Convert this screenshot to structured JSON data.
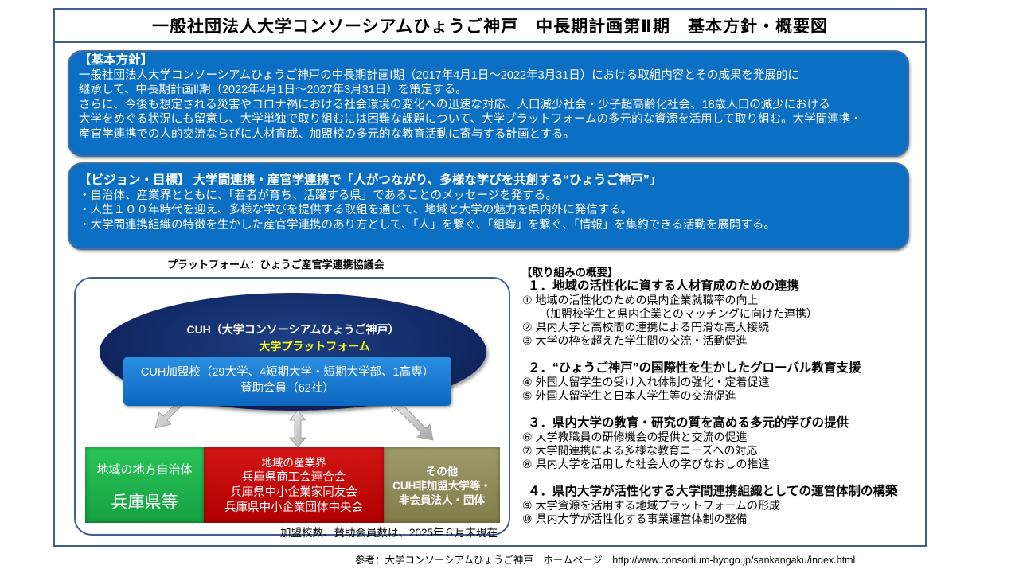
{
  "title": "一般社団法人大学コンソーシアムひょうご神戸　中長期計画第Ⅱ期　基本方針・概要図",
  "basic_policy": {
    "heading": "【基本方針】",
    "lines": [
      "一般社団法人大学コンソーシアムひょうご神戸の中長期計画Ⅰ期（2017年4月1日～2022年3月31日）における取組内容とその成果を発展的に",
      "継承して、中長期計画Ⅱ期（2022年4月1日～2027年3月31日）を策定する。",
      "さらに、今後も想定される災害やコロナ禍における社会環境の変化への迅速な対応、人口減少社会・少子超高齢化社会、18歳人口の減少における",
      "大学をめぐる状況にも留意し、大学単独で取り組むには困難な課題について、大学プラットフォームの多元的な資源を活用して取り組む。大学間連携・",
      "産官学連携での人的交流ならびに人材育成、加盟校の多元的な教育活動に寄与する計画とする。"
    ]
  },
  "vision": {
    "heading": "【ビジョン・目標】 大学間連携・産官学連携で「人がつながり、多様な学びを共創する“ひょうご神戸”」",
    "lines": [
      "・自治体、産業界とともに、「若者が育ち、活躍する県」であることのメッセージを発する。",
      "・人生１００年時代を迎え、多様な学びを提供する取組を通じて、地域と大学の魅力を県内外に発信する。",
      "・大学間連携組織の特徴を生かした産官学連携のあり方として、「人」を繋ぐ、「組織」を繋ぐ、「情報」を集約できる活動を展開する。"
    ]
  },
  "platform": {
    "label": "プラットフォーム：ひょうご産官学連携協議会",
    "cuh_name": "CUH（大学コンソーシアムひょうご神戸）",
    "cuh_sub": "大学プラットフォーム",
    "members_line1": "CUH加盟校（29大学、4短期大学・短期大学部、1高専）",
    "members_line2": "賛助会員（62社）",
    "gov_line1": "地域の地方自治体",
    "gov_line2": "兵庫県等",
    "ind_lines": [
      "地域の産業界",
      "兵庫県商工会連合会",
      "兵庫県中小企業家同友会",
      "兵庫県中小企業団体中央会"
    ],
    "other_lines": [
      "その他",
      "CUH非加盟大学等・",
      "非会員法人・団体"
    ],
    "note": "加盟校数、賛助会員数は、2025年６月末現在"
  },
  "overview": {
    "heading": "【取り組みの概要】",
    "sections": [
      {
        "title": "１．地域の活性化に資する人材育成のための連携",
        "items": [
          "① 地域の活性化のための県内企業就職率の向上",
          "　　（加盟校学生と県内企業とのマッチングに向けた連携）",
          "② 県内大学と高校間の連携による円滑な高大接続",
          "③ 大学の枠を超えた学生間の交流・活動促進"
        ]
      },
      {
        "title": "２．“ひょうご神戸”の国際性を生かしたグローバル教育支援",
        "items": [
          "④ 外国人留学生の受け入れ体制の強化・定着促進",
          "⑤ 外国人留学生と日本人学生等の交流促進"
        ]
      },
      {
        "title": "３．県内大学の教育・研究の質を高める多元的学びの提供",
        "items": [
          "⑥ 大学教職員の研修機会の提供と交流の促進",
          "⑦ 大学間連携による多様な教育ニーズへの対応",
          "⑧ 県内大学を活用した社会人の学びなおしの推進"
        ]
      },
      {
        "title": "４．県内大学が活性化する大学間連携組織としての運営体制の構築",
        "items": [
          "⑨ 大学資源を活用する地域プラットフォームの形成",
          "⑩ 県内大学が活性化する事業運営体制の整備"
        ]
      }
    ]
  },
  "reference": "参考：大学コンソーシアムひょうご神戸　ホームページ　http://www.consortium-hyogo.jp/sankangaku/index.html"
}
